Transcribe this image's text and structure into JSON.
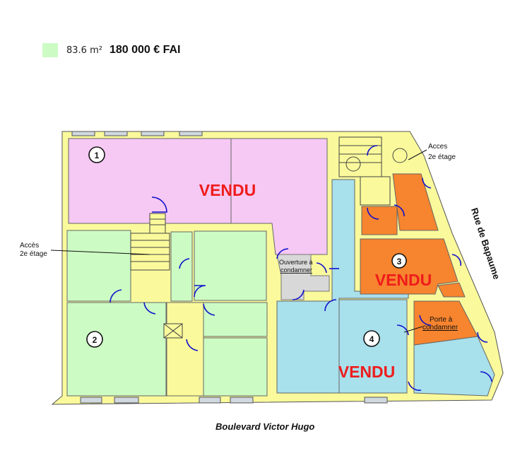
{
  "legend": {
    "area": "83.6 m²",
    "price": "180 000 € FAI",
    "color": "#ccfcc4"
  },
  "street_bottom": "Boulevard Victor Hugo",
  "street_right": "Rue de Bapaume",
  "sold_label": "VENDU",
  "lots": [
    "1",
    "2",
    "3",
    "4"
  ],
  "notes": {
    "acces_left_1": "Accès",
    "acces_left_2": "2e étage",
    "acces_right_1": "Acces",
    "acces_right_2": "2e étage",
    "ouverture_1": "Ouverture à",
    "ouverture_2": "condamner",
    "porte_1": "Porte à",
    "porte_2": "condamner"
  },
  "colors": {
    "wall": "#fafa9c",
    "lot1": "#f6c8f4",
    "lot2": "#ccfcc4",
    "lot3": "#f7842e",
    "lot4": "#a8e0ec",
    "sold": "#ee1c1c",
    "door": "#1010cc"
  }
}
